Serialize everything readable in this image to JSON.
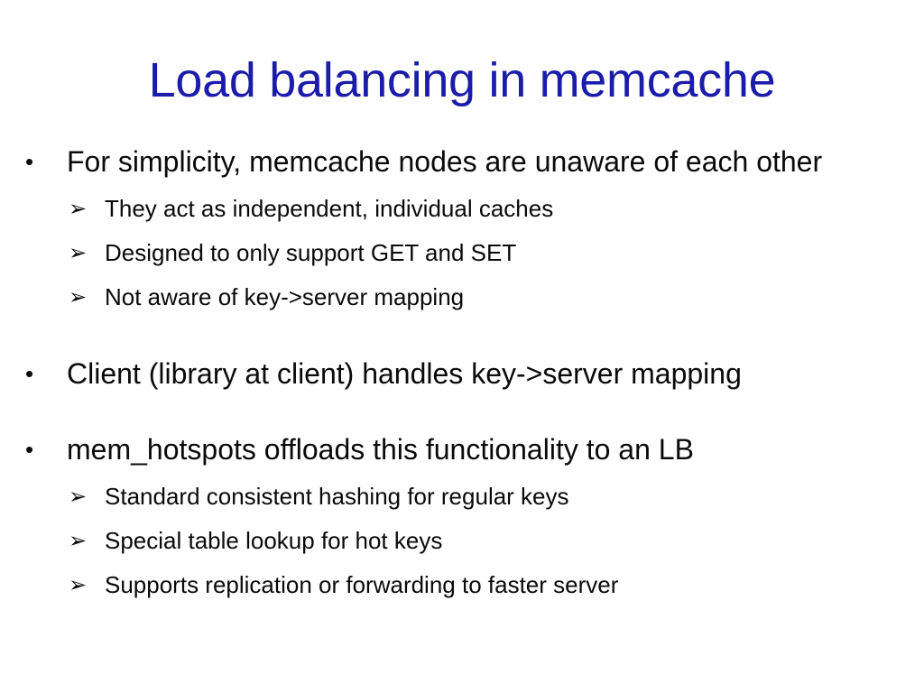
{
  "slide": {
    "title": "Load balancing in memcache",
    "title_color": "#1c1cab",
    "body_color": "#0a0a0a",
    "background_color": "#ffffff",
    "markers": {
      "level1": "•",
      "level2": "➢"
    },
    "blocks": [
      {
        "bullet": "For simplicity, memcache nodes are unaware of each other",
        "sub_bullets": [
          "They act as independent, individual caches",
          "Designed to only support GET and SET",
          "Not aware of key->server mapping"
        ]
      },
      {
        "bullet": "Client (library at client) handles key->server mapping",
        "sub_bullets": []
      },
      {
        "bullet": "mem_hotspots offloads this functionality to an LB",
        "sub_bullets": [
          "Standard consistent hashing for regular keys",
          "Special table lookup for hot keys",
          "Supports replication or forwarding to faster server"
        ]
      }
    ]
  }
}
